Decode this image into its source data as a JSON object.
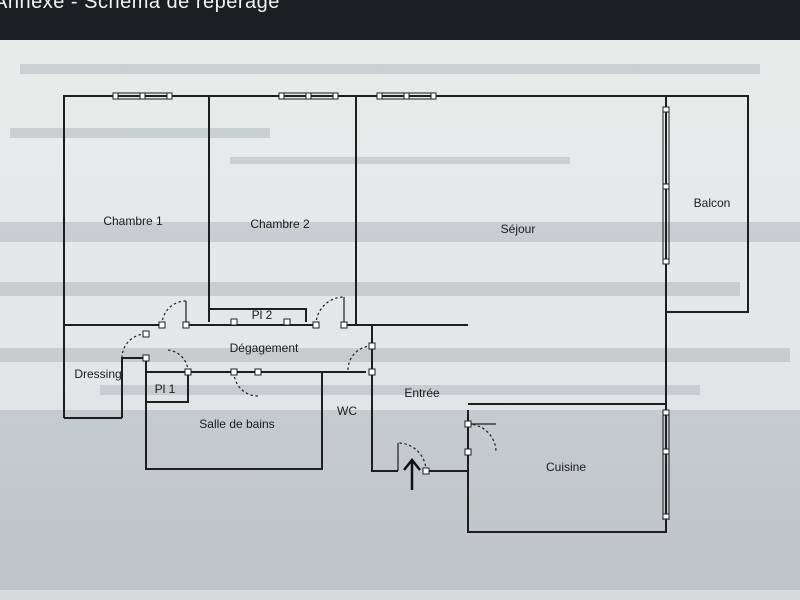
{
  "header": {
    "title": "Annexe - Schéma de repérage"
  },
  "plan": {
    "rooms": {
      "chambre1": "Chambre 1",
      "chambre2": "Chambre 2",
      "sejour": "Séjour",
      "balcon": "Balcon",
      "pl2": "Pl 2",
      "degagement": "Dégagement",
      "dressing": "Dressing",
      "pl1": "Pl 1",
      "salle_de_bains": "Salle de bains",
      "wc": "WC",
      "entree": "Entrée",
      "cuisine": "Cuisine"
    },
    "entry_arrow_icon": "arrow-up-icon"
  },
  "colors": {
    "wall": "#1e1e1e",
    "paper": "#e8eaeb",
    "topbar": "#1c1f22"
  }
}
